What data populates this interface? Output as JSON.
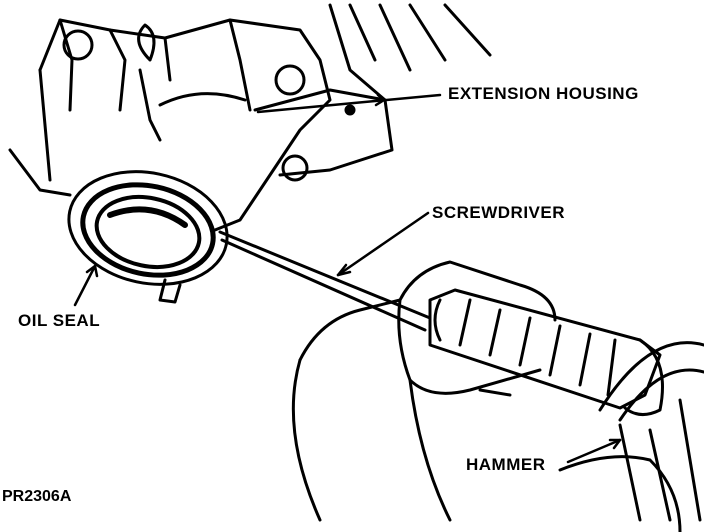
{
  "figure": {
    "labels": {
      "extension_housing": "EXTENSION HOUSING",
      "screwdriver": "SCREWDRIVER",
      "oil_seal": "OIL SEAL",
      "hammer": "HAMMER"
    },
    "figure_id": "PR2306A"
  },
  "colors": {
    "ink": "#000000",
    "paper": "#ffffff"
  }
}
